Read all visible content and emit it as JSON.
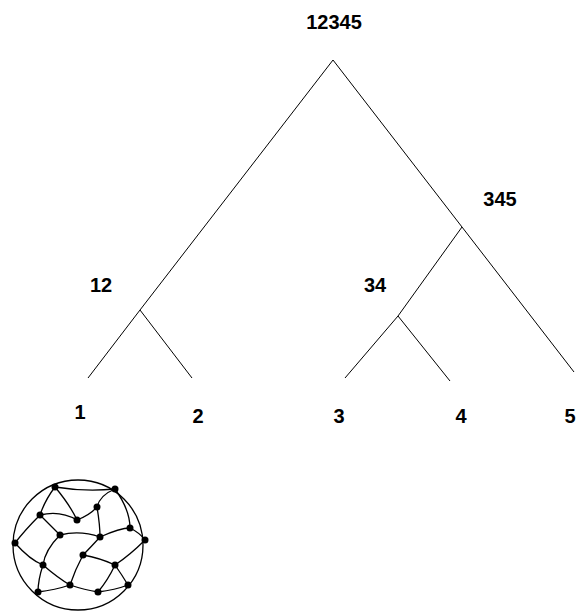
{
  "diagram": {
    "nodes": [
      {
        "text": [
          "12345"
        ]
      },
      {
        "text": [
          "12"
        ]
      },
      {
        "text": [
          "345"
        ]
      },
      {
        "text": [
          "34"
        ]
      },
      {
        "text": [
          "1"
        ]
      },
      {
        "text": [
          "2"
        ]
      },
      {
        "text": [
          "3"
        ]
      },
      {
        "text": [
          "4"
        ]
      },
      {
        "text": [
          "5"
        ]
      }
    ],
    "edges": [
      {
        "from": 0,
        "to": 1,
        "arrow": "none"
      },
      {
        "from": 0,
        "to": 2,
        "arrow": "none"
      },
      {
        "from": 1,
        "to": 4,
        "arrow": "none"
      },
      {
        "from": 1,
        "to": 5,
        "arrow": "none"
      },
      {
        "from": 2,
        "to": 3,
        "arrow": "none"
      },
      {
        "from": 2,
        "to": 8,
        "arrow": "none"
      },
      {
        "from": 3,
        "to": 6,
        "arrow": "none"
      },
      {
        "from": 3,
        "to": 7,
        "arrow": "none"
      }
    ]
  }
}
